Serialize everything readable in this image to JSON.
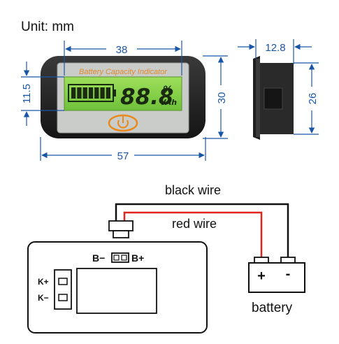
{
  "unit_label": "Unit: mm",
  "device": {
    "panel_title": "Battery Capacity Indicator",
    "lcd_digits": "88.8",
    "lcd_unit_top": "%",
    "lcd_unit_bottom": "VAh",
    "bar_segments": 7
  },
  "dimensions": {
    "width_top": "38",
    "height_small": "11.5",
    "height_total": "30",
    "width_total": "57",
    "depth": "12.8",
    "side_height": "26"
  },
  "wiring": {
    "black_wire": "black wire",
    "red_wire": "red wire",
    "battery_label": "battery",
    "battery_plus": "+",
    "battery_minus": "-",
    "b_minus": "B−",
    "b_plus": "B+",
    "k_plus": "K+",
    "k_minus": "K−"
  },
  "colors": {
    "dimension": "#1a56a8",
    "lcd_green": "#8fd14f",
    "panel_title": "#e08a2a",
    "power_button": "#e88a1e",
    "red_wire": "#e0241e",
    "black_wire": "#111111"
  }
}
